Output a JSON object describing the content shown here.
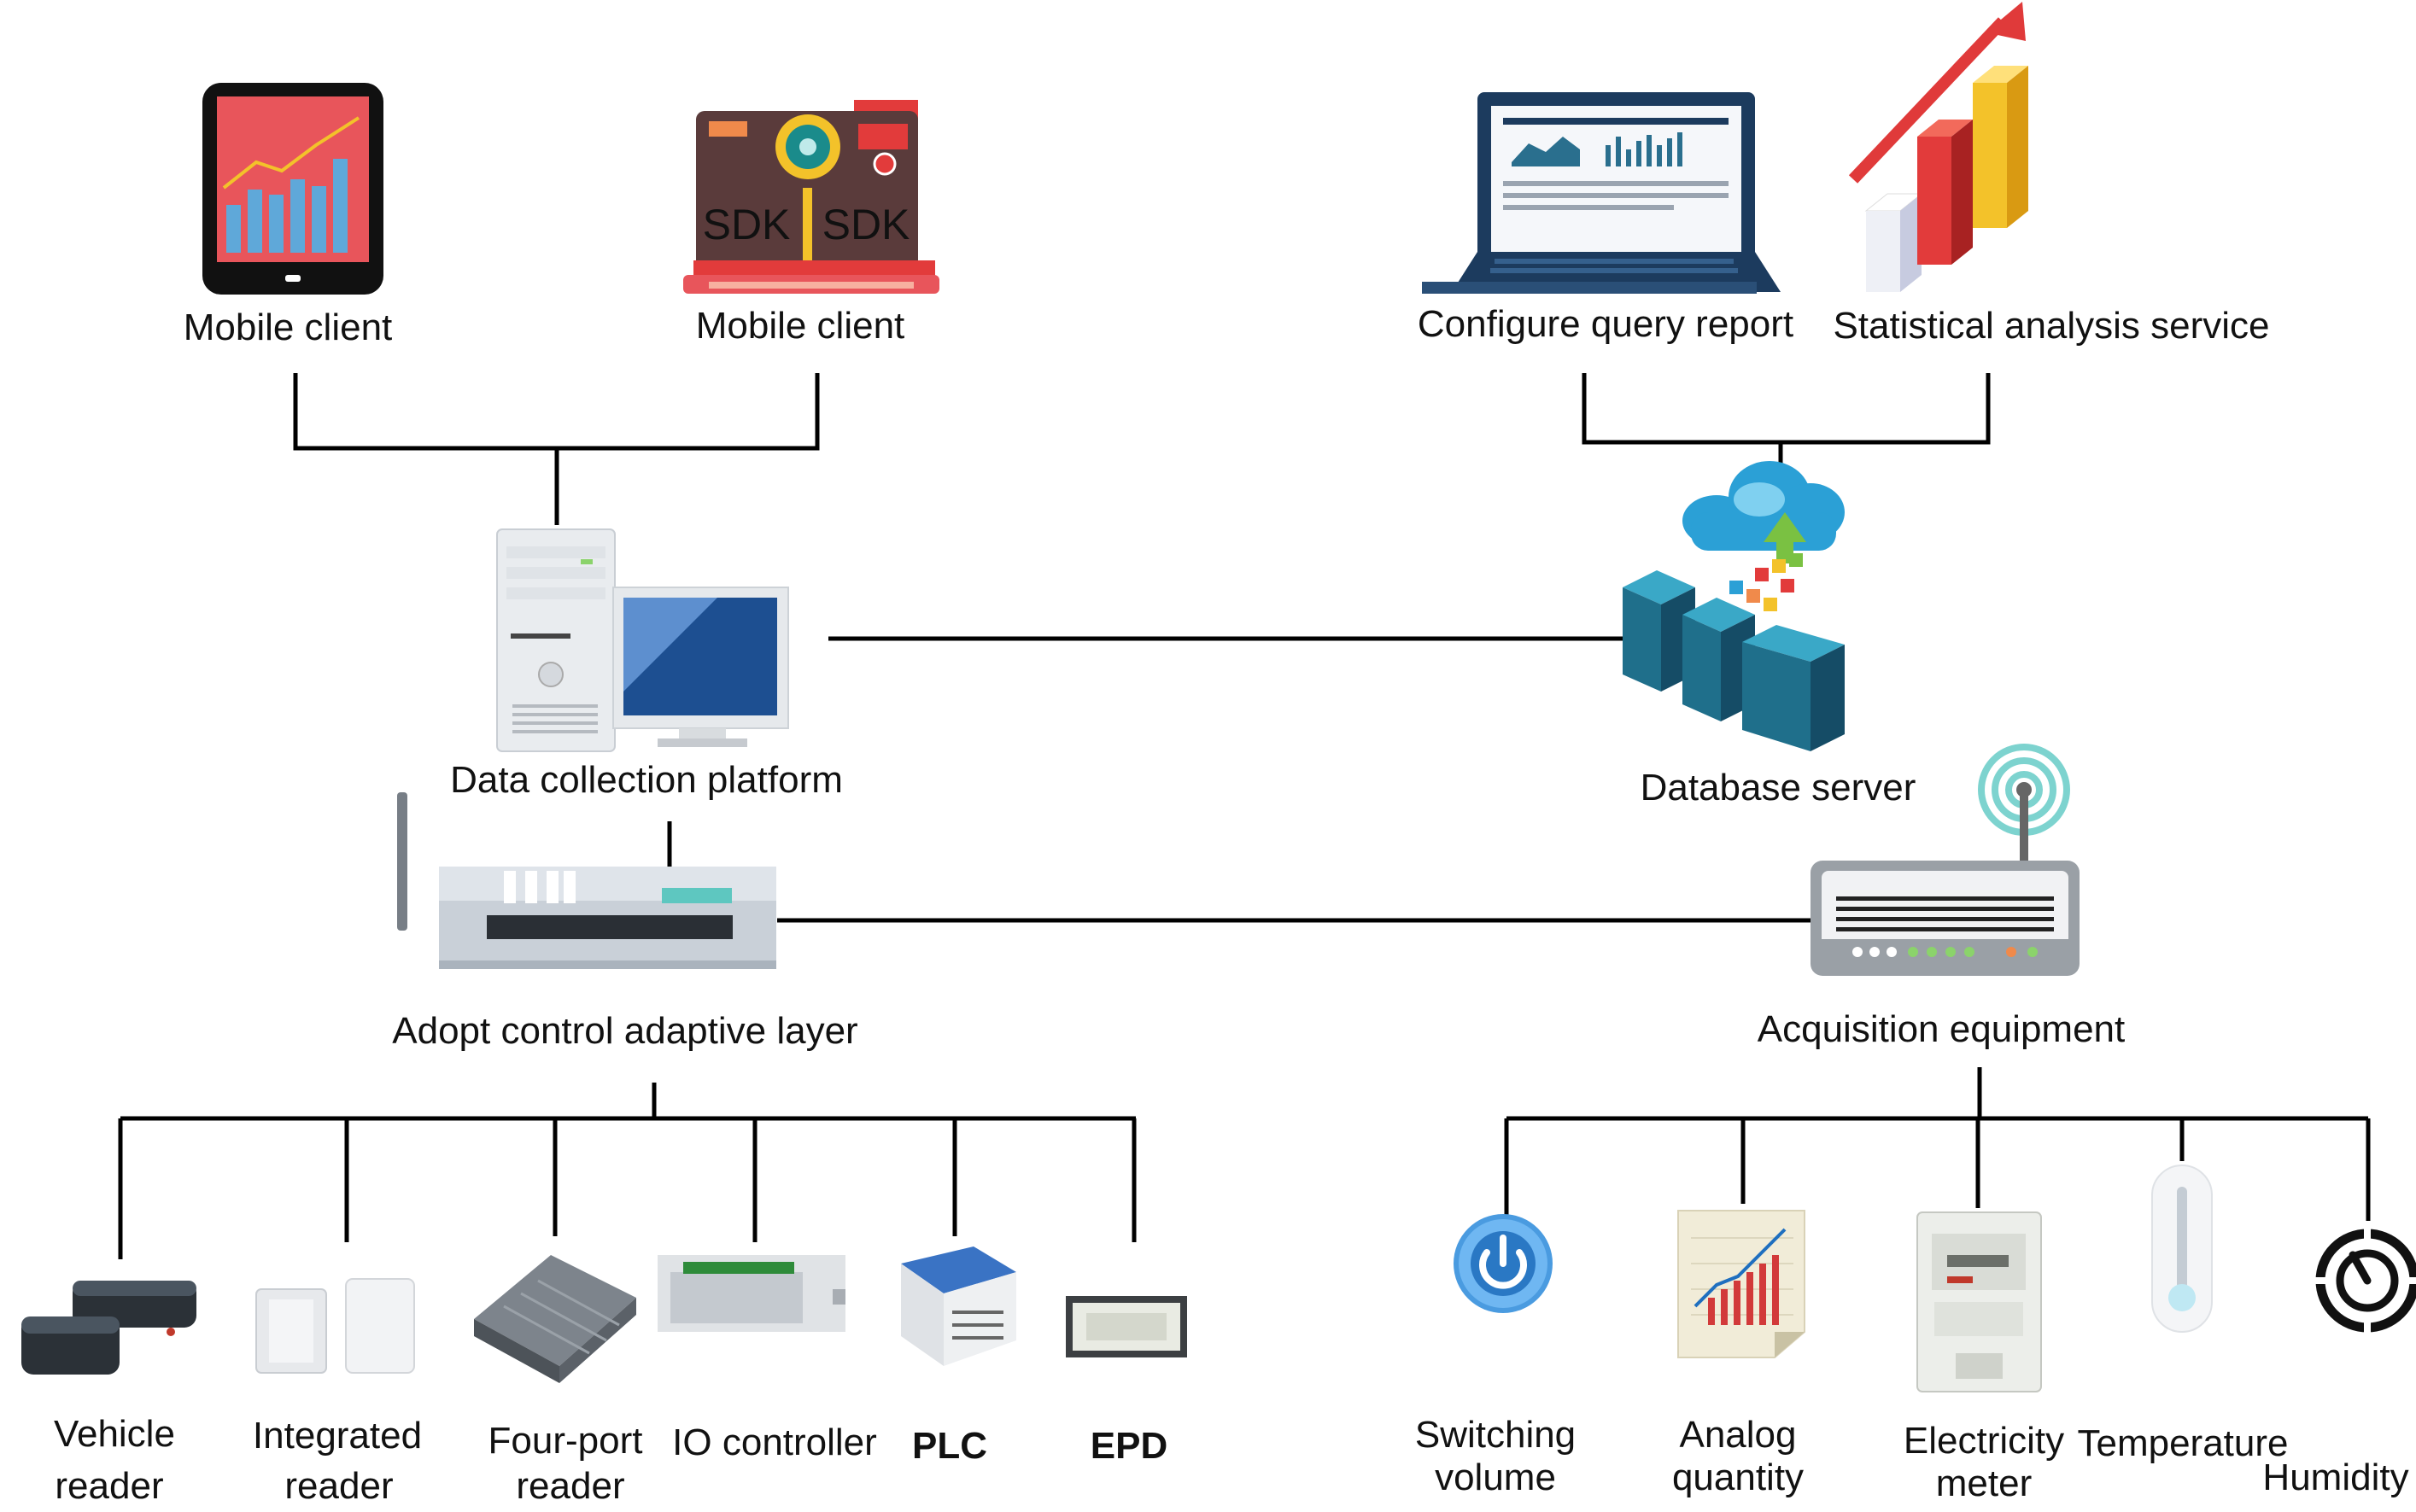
{
  "top": {
    "mobile_client_1": "Mobile client",
    "mobile_client_2": "Mobile client",
    "configure_query_report": "Configure query report",
    "statistical_analysis_service": "Statistical analysis service",
    "sdk_left": "SDK",
    "sdk_right": "SDK"
  },
  "middle": {
    "data_collection_platform": "Data collection platform",
    "database_server": "Database server",
    "adopt_control_adaptive_layer": "Adopt control adaptive layer",
    "acquisition_equipment": "Acquisition equipment"
  },
  "devices": {
    "vehicle_reader": [
      "Vehicle",
      "reader"
    ],
    "integrated_reader": [
      "Integrated",
      "reader"
    ],
    "four_port_reader": [
      "Four-port",
      "reader"
    ],
    "io_controller": "IO controller",
    "plc": "PLC",
    "epd": "EPD"
  },
  "sensors": {
    "switching_volume": [
      "Switching",
      "volume"
    ],
    "analog_quantity": [
      "Analog",
      "quantity"
    ],
    "electricity_meter": [
      "Electricity",
      "meter"
    ],
    "temperature": "Temperature",
    "humidity": "Humidity"
  },
  "colors": {
    "line": "#000000",
    "tablet_screen": "#e8555b",
    "server_teal": "#1f6f8b",
    "laptop_navy": "#1c3b5e",
    "arrow_red": "#e03a3a",
    "bar_yellow": "#f3c22a"
  }
}
